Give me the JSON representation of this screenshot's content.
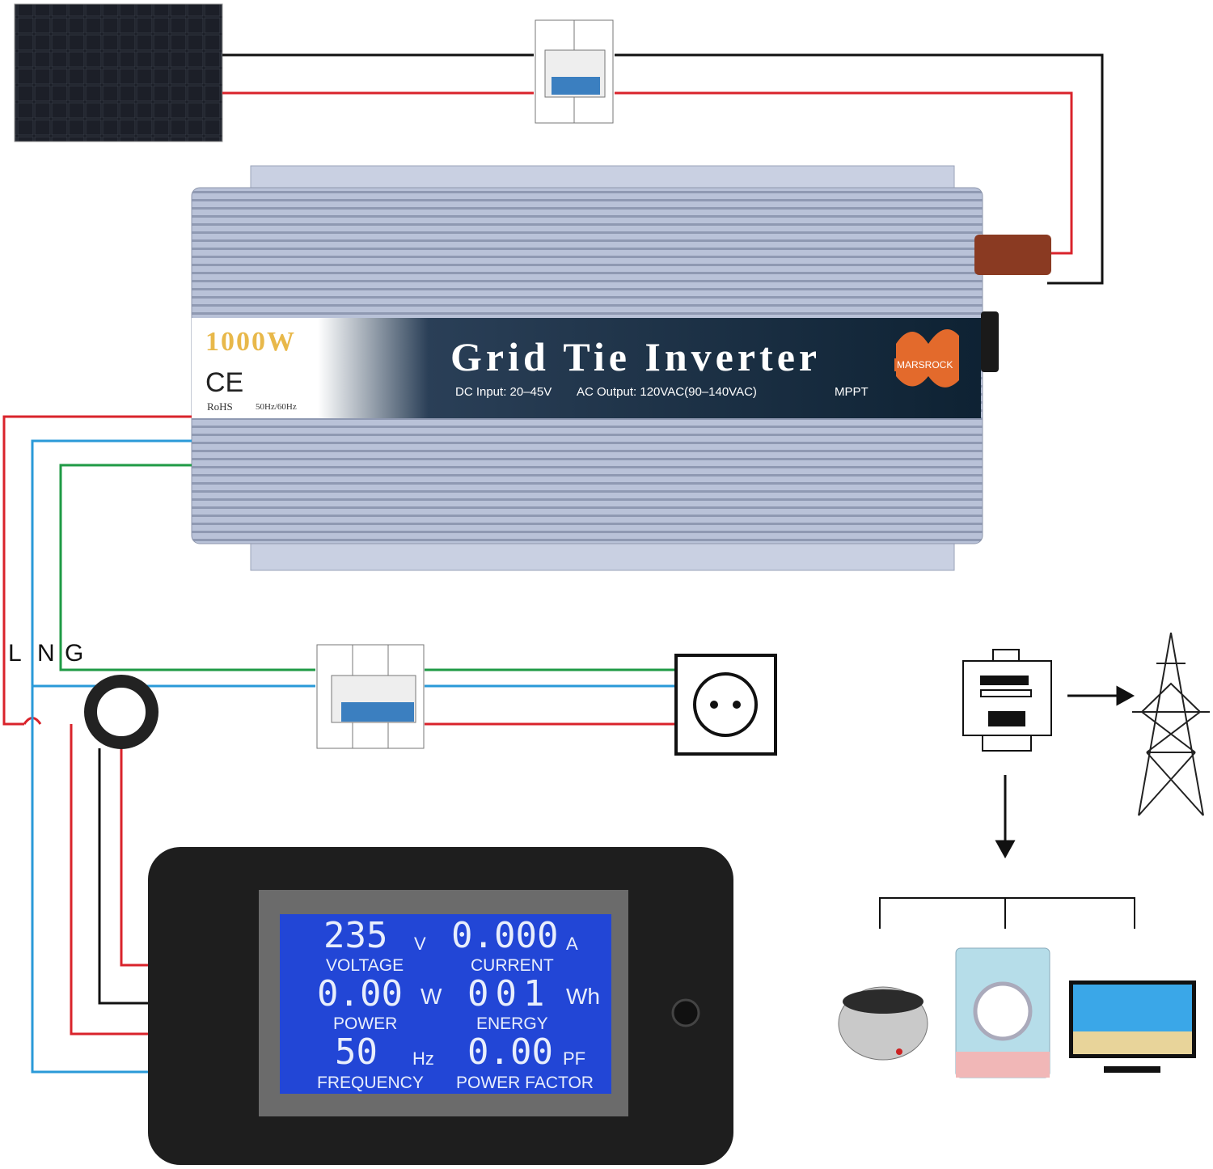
{
  "wire_labels": {
    "l": "L",
    "n": "N",
    "g": "G"
  },
  "inverter": {
    "power": "1000W",
    "ce": "CE",
    "rohs": "RoHS",
    "freq": "50Hz/60Hz",
    "title": "Grid Tie Inverter",
    "dc_input": "DC Input: 20–45V",
    "ac_output": "AC Output: 120VAC(90–140VAC)",
    "mppt": "MPPT",
    "brand": "MARSROCK"
  },
  "meter": {
    "voltage": {
      "value": "235",
      "unit": "V",
      "label": "VOLTAGE"
    },
    "current": {
      "value": "0.000",
      "unit": "A",
      "label": "CURRENT"
    },
    "power": {
      "value": "0.00",
      "unit": "W",
      "label": "POWER"
    },
    "energy": {
      "value": "001",
      "unit": "Wh",
      "label": "ENERGY"
    },
    "frequency": {
      "value": "50",
      "unit": "Hz",
      "label": "FREQUENCY"
    },
    "power_factor": {
      "value": "0.00",
      "unit": "PF",
      "label": "POWER FACTOR"
    }
  },
  "colors": {
    "live": "#d9232b",
    "neutral": "#2a9ad8",
    "ground": "#1f9a45",
    "dc_neg": "#111111",
    "lcd": "#2246d6"
  }
}
